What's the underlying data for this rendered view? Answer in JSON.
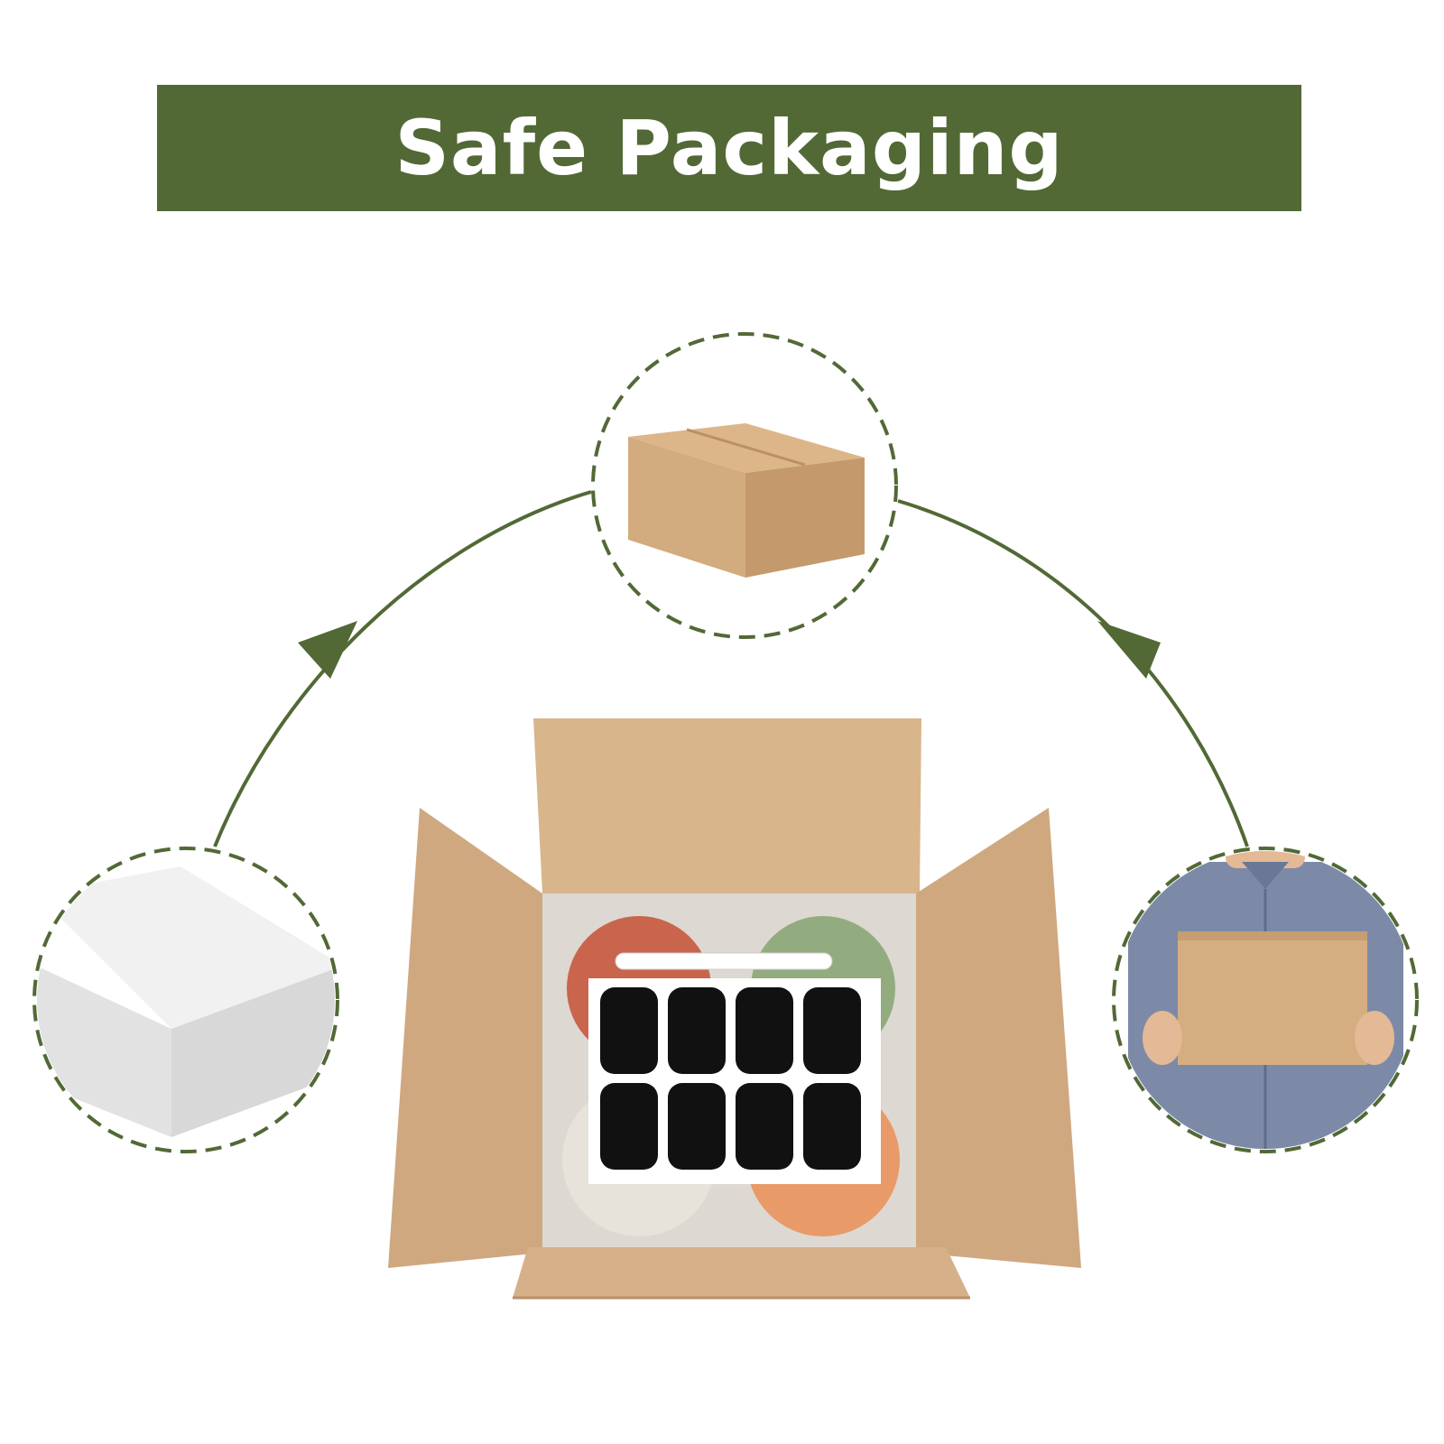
{
  "banner": {
    "title": "Safe Packaging"
  },
  "colors": {
    "brand_green": "#526936",
    "cardboard": "#d2ab7f",
    "foam": "#eeeeee",
    "white": "#ffffff"
  },
  "icons": {
    "top": "cardboard-box-icon",
    "left": "foam-block-icon",
    "right": "courier-holding-box-icon",
    "center": "open-box-with-jars-icon"
  },
  "open_box": {
    "lid_colors": [
      "#c9654c",
      "#93ac7f",
      "#e7e3db",
      "#e89a68"
    ],
    "label_sheet_rows": 2,
    "label_sheet_cols": 4
  }
}
